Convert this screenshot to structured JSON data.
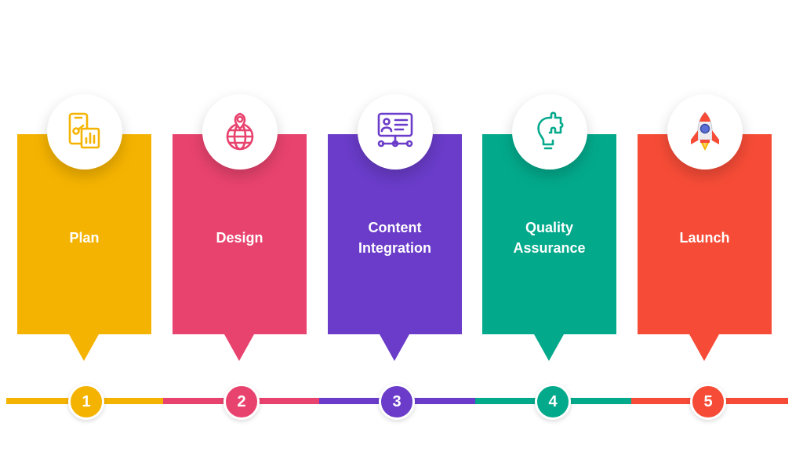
{
  "steps": [
    {
      "label": "Plan",
      "number": "1",
      "color": "#F5B301",
      "icon": "mobile-analytics-icon"
    },
    {
      "label": "Design",
      "number": "2",
      "color": "#E8436E",
      "icon": "globe-pin-icon"
    },
    {
      "label": "Content\nIntegration",
      "number": "3",
      "color": "#6A3CC9",
      "icon": "profile-network-icon"
    },
    {
      "label": "Quality\nAssurance",
      "number": "4",
      "color": "#03A98B",
      "icon": "bulb-puzzle-icon"
    },
    {
      "label": "Launch",
      "number": "5",
      "color": "#F64C37",
      "icon": "rocket-icon"
    }
  ]
}
